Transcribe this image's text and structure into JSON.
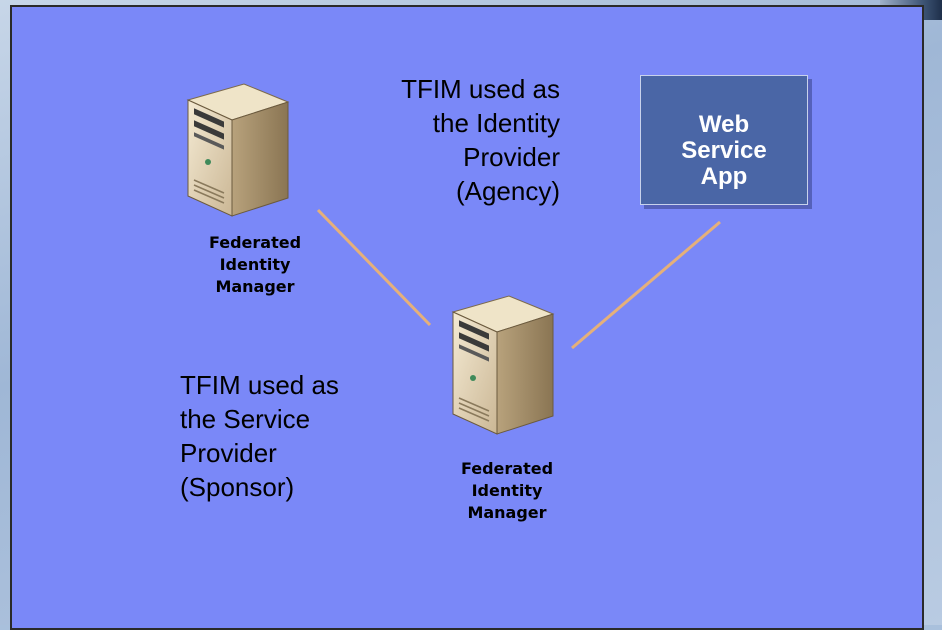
{
  "diagram": {
    "server_caption": "Federated\nIdentity\nManager",
    "idp_text": "TFIM used as\nthe Identity\nProvider\n(Agency)",
    "sp_text": "TFIM used as\nthe Service\nProvider\n(Sponsor)",
    "app_label": "Web\nService\nApp"
  },
  "colors": {
    "panel": "#7a88f8",
    "connector": "#e5b07a",
    "app_box": "#4a66a6"
  }
}
